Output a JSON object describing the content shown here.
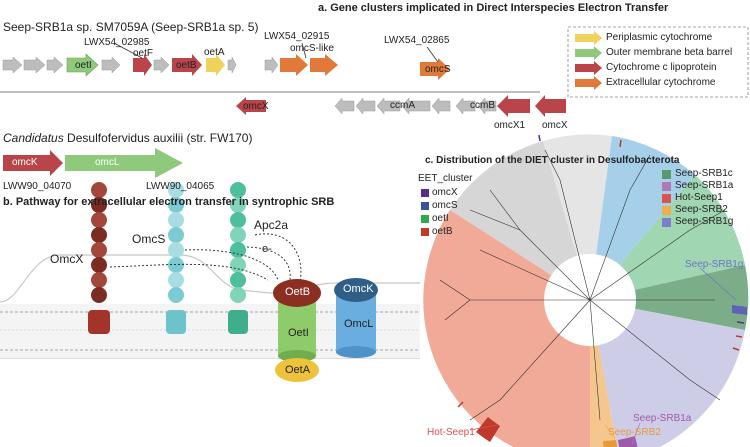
{
  "panel_a": {
    "title": "a. Gene clusters implicated in Direct Interspecies Electron Transfer",
    "organism1": "Seep-SRB1a sp. SM7059A (Seep-SRB1a sp. 5)",
    "organism2_italic": "Candidatus",
    "organism2_rest": " Desulfofervidus auxilii (str. FW170)",
    "locus_tags": [
      "LWX54_02985",
      "LWX54_02915",
      "LWX54_02865",
      "LWW90_04070",
      "LWW90_04065"
    ],
    "gene_labels": {
      "oetI": "oetI",
      "oetF": "oetF",
      "oetB": "oetB",
      "oetA": "oetA",
      "omcS_like": "omcS-like",
      "omcS": "omcS",
      "omcX": "omcX",
      "ccmA": "ccmA",
      "ccmB": "ccmB",
      "omcX1": "omcX1",
      "omcX2": "omcX",
      "omcK": "omcK",
      "omcL": "omcL"
    },
    "legend": [
      {
        "label": "Periplasmic cytochrome",
        "color": "#efd15c"
      },
      {
        "label": "Outer membrane beta barrel",
        "color": "#8fc97b"
      },
      {
        "label": "Cytochrome c lipoprotein",
        "color": "#b9454a"
      },
      {
        "label": "Extracellular cytochrome",
        "color": "#e0793a"
      }
    ]
  },
  "panel_b": {
    "title": "b. Pathway for extracellular electron transfer in syntrophic SRB",
    "labels": {
      "omcx": "OmcX",
      "omcs": "OmcS",
      "apc2a": "Apc2a",
      "electron": "e-",
      "oetb": "OetB",
      "oeti": "OetI",
      "oeta": "OetA",
      "omck": "OmcK",
      "omcl": "OmcL"
    }
  },
  "panel_c": {
    "title": "c. Distribution of the DIET cluster in Desulfobacterota",
    "eet_legend_title": "EET_cluster",
    "eet_legend": [
      {
        "label": "omcX",
        "color": "#5a2d82"
      },
      {
        "label": "omcS",
        "color": "#3a4fa0"
      },
      {
        "label": "oetI",
        "color": "#2fa84f"
      },
      {
        "label": "oetB",
        "color": "#c0392b"
      }
    ],
    "clade_legend": [
      {
        "label": "Seep-SRB1c",
        "color": "#5a9a6a"
      },
      {
        "label": "Seep-SRB1a",
        "color": "#b07ab8"
      },
      {
        "label": "Hot-Seep1",
        "color": "#d9534f"
      },
      {
        "label": "Seep-SRB2",
        "color": "#f0ad4e"
      },
      {
        "label": "Seep-SRB1g",
        "color": "#7a7fc9"
      }
    ],
    "tree_labels": {
      "srb1g": "Seep-SRB1g",
      "srb1a": "Seep-SRB1a",
      "srb2": "Seep-SRB2",
      "hot": "Hot-Seep1"
    }
  }
}
